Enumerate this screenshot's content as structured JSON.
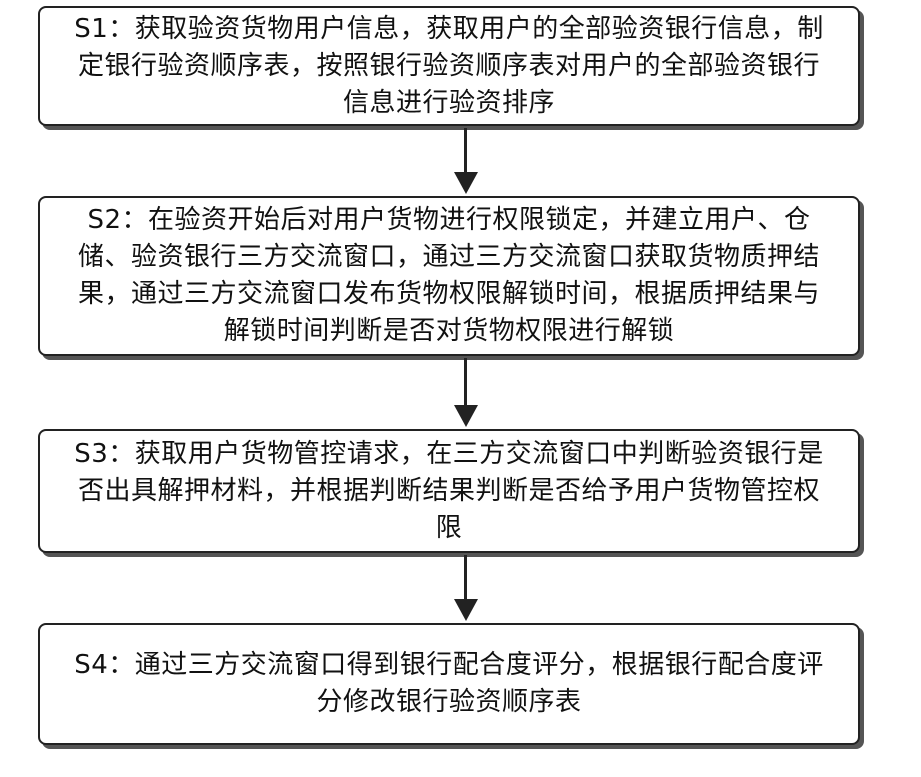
{
  "steps": [
    {
      "id": "S1",
      "text": "S1：获取验资货物用户信息，获取用户的全部验资银行信息，制定银行验资顺序表，按照银行验资顺序表对用户的全部验资银行信息进行验资排序"
    },
    {
      "id": "S2",
      "text": "S2：在验资开始后对用户货物进行权限锁定，并建立用户、仓储、验资银行三方交流窗口，通过三方交流窗口获取货物质押结果，通过三方交流窗口发布货物权限解锁时间，根据质押结果与解锁时间判断是否对货物权限进行解锁"
    },
    {
      "id": "S3",
      "text": "S3：获取用户货物管控请求，在三方交流窗口中判断验资银行是否出具解押材料，并根据判断结果判断是否给予用户货物管控权限"
    },
    {
      "id": "S4",
      "text": "S4：通过三方交流窗口得到银行配合度评分，根据银行配合度评分修改银行验资顺序表"
    }
  ]
}
